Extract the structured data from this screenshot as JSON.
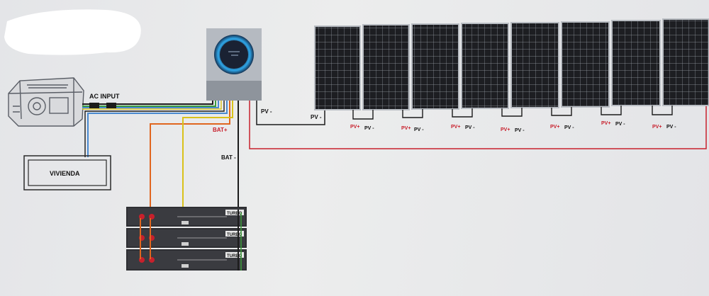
{
  "colors": {
    "paper": "#e7e8ea",
    "red": "#c8202c",
    "orange": "#e0661f",
    "yellow": "#d9c21a",
    "blue": "#4a8ad0",
    "green": "#3c9a3c",
    "black": "#1b1b1b",
    "panel": "#1d1e22",
    "inverter": "#9ca2aa"
  },
  "labels": {
    "ac_input": "AC INPUT",
    "vivienda": "VIVIENDA",
    "bat_pos": "BAT+",
    "bat_neg": "BAT -",
    "pv_neg": "PV -",
    "pv_pos": "PV+",
    "battery_brand": "TURBO"
  },
  "pv_strings": [
    {
      "pos": "PV+",
      "neg": "PV -"
    },
    {
      "pos": "PV+",
      "neg": "PV -"
    },
    {
      "pos": "PV+",
      "neg": "PV -"
    },
    {
      "pos": "PV+",
      "neg": "PV -"
    },
    {
      "pos": "PV+",
      "neg": "PV -"
    },
    {
      "pos": "PV+",
      "neg": "PV -"
    },
    {
      "pos": "PV+",
      "neg": "PV -"
    }
  ],
  "icons": [
    "generator-icon",
    "inverter-icon",
    "solar-panel-icon",
    "battery-module-icon",
    "house-box-icon"
  ]
}
